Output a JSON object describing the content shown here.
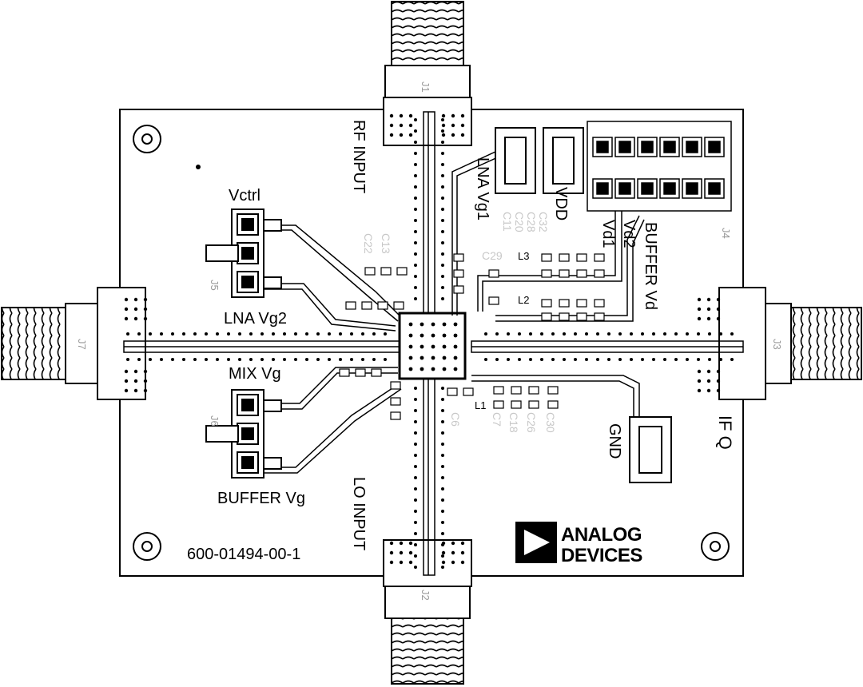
{
  "labels": {
    "vctrl": "Vctrl",
    "lna_vg2": "LNA Vg2",
    "mix_vg": "MIX Vg",
    "buffer_vg": "BUFFER Vg",
    "rf_input": "RF INPUT",
    "lo_input": "LO INPUT",
    "lna_vg1": "LNA Vg1",
    "vdd": "VDD",
    "vd1": "Vd1",
    "vd2": "Vd2",
    "buffer_vd": "BUFFER Vd",
    "gnd": "GND",
    "if_q": "IF Q",
    "board_number": "600-01494-00-1"
  },
  "logo": {
    "line1": "ANALOG",
    "line2": "DEVICES"
  },
  "connectors": {
    "j1": "J1",
    "j2": "J2",
    "j3": "J3",
    "j4": "J4",
    "j5": "J5",
    "j6": "J6",
    "j7": "J7"
  },
  "component_refs": {
    "c32": "C32",
    "c28": "C28",
    "c20": "C20",
    "c11": "C11",
    "c22": "C22",
    "c13": "C13",
    "c29": "C29",
    "l3": "L3",
    "l2": "L2",
    "l1": "L1",
    "c6": "C6",
    "c7": "C7",
    "c18": "C18",
    "c26": "C26",
    "c30": "C30"
  }
}
